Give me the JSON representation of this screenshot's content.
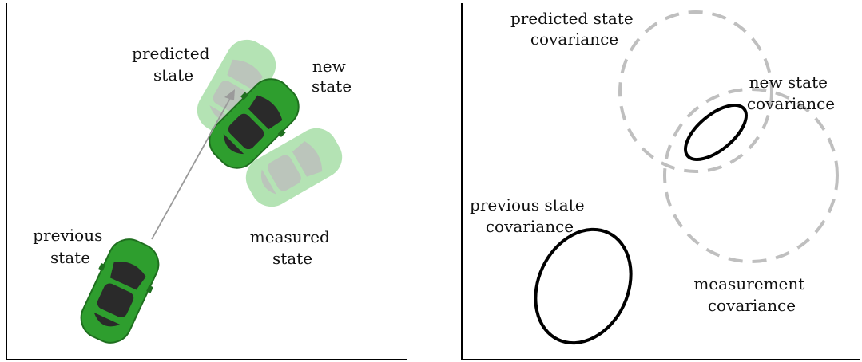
{
  "left_panel": {
    "labels": {
      "predicted": [
        "predicted",
        "state"
      ],
      "new": [
        "new",
        "state"
      ],
      "previous": [
        "previous",
        "state"
      ],
      "measured": [
        "measured",
        "state"
      ]
    }
  },
  "right_panel": {
    "labels": {
      "predicted_cov": [
        "predicted state",
        "covariance"
      ],
      "new_cov": [
        "new state",
        "covariance"
      ],
      "previous_cov": [
        "previous state",
        "covariance"
      ],
      "measurement_cov": [
        "measurement",
        "covariance"
      ]
    }
  },
  "colors": {
    "car_body": "#2e9e2e",
    "car_dark": "#1f6f1f",
    "car_faded": "#9bd99b",
    "window": "#2a2a2a",
    "window_faded": "#bdbdbd",
    "arrow": "#9a9a9a",
    "dashed": "#bfbfbf",
    "solid": "#000000"
  }
}
